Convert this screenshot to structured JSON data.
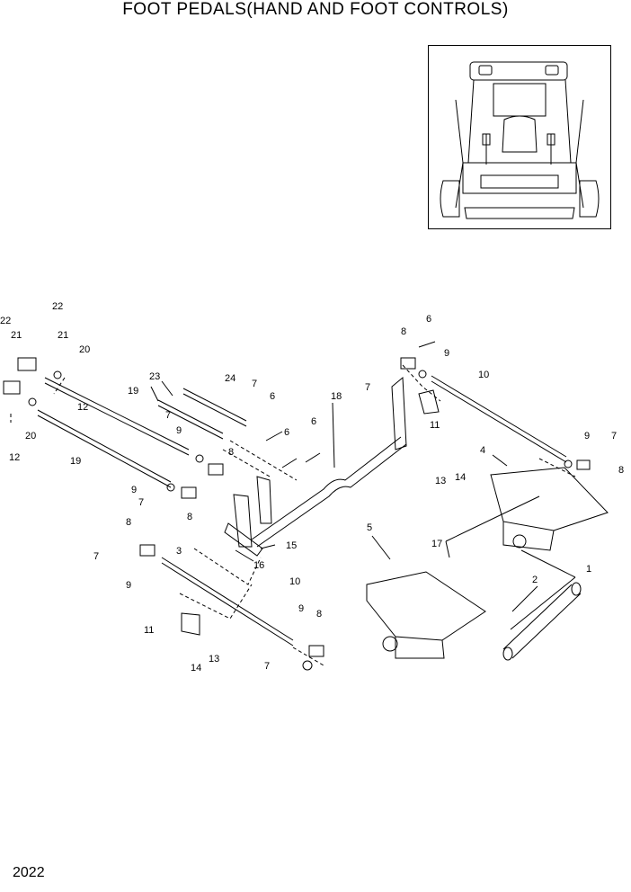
{
  "title": "FOOT PEDALS(HAND AND FOOT CONTROLS)",
  "page_number": "2022",
  "inset": {
    "icon": "skid-steer-loader-front-view"
  },
  "callouts": [
    {
      "id": "c1",
      "text": "1"
    },
    {
      "id": "c2",
      "text": "2"
    },
    {
      "id": "c3",
      "text": "3"
    },
    {
      "id": "c4",
      "text": "4"
    },
    {
      "id": "c5",
      "text": "5"
    },
    {
      "id": "c6a",
      "text": "6"
    },
    {
      "id": "c6b",
      "text": "6"
    },
    {
      "id": "c6c",
      "text": "6"
    },
    {
      "id": "c6d",
      "text": "6"
    },
    {
      "id": "c7a",
      "text": "7"
    },
    {
      "id": "c7b",
      "text": "7"
    },
    {
      "id": "c7c",
      "text": "7"
    },
    {
      "id": "c7d",
      "text": "7"
    },
    {
      "id": "c7e",
      "text": "7"
    },
    {
      "id": "c7f",
      "text": "7"
    },
    {
      "id": "c7g",
      "text": "7"
    },
    {
      "id": "c8a",
      "text": "8"
    },
    {
      "id": "c8b",
      "text": "8"
    },
    {
      "id": "c8c",
      "text": "8"
    },
    {
      "id": "c8d",
      "text": "8"
    },
    {
      "id": "c8e",
      "text": "8"
    },
    {
      "id": "c8f",
      "text": "8"
    },
    {
      "id": "c9a",
      "text": "9"
    },
    {
      "id": "c9b",
      "text": "9"
    },
    {
      "id": "c9c",
      "text": "9"
    },
    {
      "id": "c9d",
      "text": "9"
    },
    {
      "id": "c9e",
      "text": "9"
    },
    {
      "id": "c9f",
      "text": "9"
    },
    {
      "id": "c10a",
      "text": "10"
    },
    {
      "id": "c10b",
      "text": "10"
    },
    {
      "id": "c11a",
      "text": "11"
    },
    {
      "id": "c11b",
      "text": "11"
    },
    {
      "id": "c12a",
      "text": "12"
    },
    {
      "id": "c12b",
      "text": "12"
    },
    {
      "id": "c13a",
      "text": "13"
    },
    {
      "id": "c13b",
      "text": "13"
    },
    {
      "id": "c14a",
      "text": "14"
    },
    {
      "id": "c14b",
      "text": "14"
    },
    {
      "id": "c15",
      "text": "15"
    },
    {
      "id": "c16",
      "text": "16"
    },
    {
      "id": "c17",
      "text": "17"
    },
    {
      "id": "c18",
      "text": "18"
    },
    {
      "id": "c19a",
      "text": "19"
    },
    {
      "id": "c19b",
      "text": "19"
    },
    {
      "id": "c20a",
      "text": "20"
    },
    {
      "id": "c20b",
      "text": "20"
    },
    {
      "id": "c21a",
      "text": "21"
    },
    {
      "id": "c21b",
      "text": "21"
    },
    {
      "id": "c22a",
      "text": "22"
    },
    {
      "id": "c22b",
      "text": "22"
    },
    {
      "id": "c23",
      "text": "23"
    },
    {
      "id": "c24",
      "text": "24"
    }
  ]
}
